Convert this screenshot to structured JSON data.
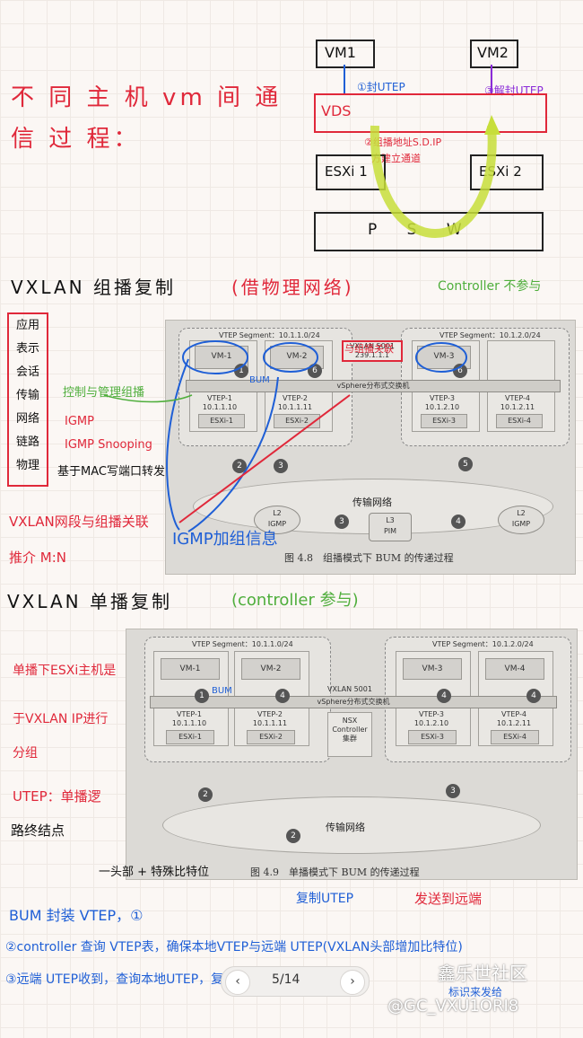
{
  "top": {
    "title_line1": "不 同 主 机 vm 间 通",
    "title_line2": "信 过 程：",
    "vm1": "VM1",
    "vm2": "VM2",
    "vds": "VDS",
    "step1": "①封UTEP",
    "step3": "③解封UTEP",
    "step2": "②组播地址S.D.IP",
    "step2b": "方建立通道",
    "esxi1": "ESXi 1",
    "esxi2": "ESXi 2",
    "psw": "P S W"
  },
  "multicast": {
    "heading": "VXLAN 组播复制",
    "heading_paren": "(借物理网络)",
    "controller_note": "Controller 不参与",
    "osi_layers": [
      "应用",
      "表示",
      "会话",
      "传输",
      "网络",
      "链路",
      "物理"
    ],
    "note_control": "控制与管理组播",
    "note_igmp": "IGMP",
    "note_snooping": "IGMP Snooping",
    "note_mac": "基于MAC写端口转发",
    "note_vxlan_group": "VXLAN网段与组播关联",
    "note_mn": "推介 M:N",
    "note_join": "IGMP加组信息",
    "note_group_assoc": "与组播关联",
    "bum": "BUM",
    "seg1": "VTEP Segment：10.1.1.0/24",
    "seg2": "VTEP Segment：10.1.2.0/24",
    "vm1": "VM-1",
    "vm2": "VM-2",
    "vm3": "VM-3",
    "vxlan": "VXLAN 5001",
    "mcast_ip": "239.1.1.1",
    "vds": "vSphere分布式交换机",
    "vtep1": "VTEP-1",
    "vtep1_ip": "10.1.1.10",
    "vtep2": "VTEP-2",
    "vtep2_ip": "10.1.1.11",
    "vtep3": "VTEP-3",
    "vtep3_ip": "10.1.2.10",
    "vtep4": "VTEP-4",
    "vtep4_ip": "10.1.2.11",
    "esxi1": "ESXi-1",
    "esxi2": "ESXi-2",
    "esxi3": "ESXi-3",
    "esxi4": "ESXi-4",
    "transport": "传输网络",
    "l2igmp": "L2\nIGMP",
    "l3pim": "L3\nPIM",
    "caption": "图 4.8　组播模式下 BUM 的传递过程",
    "step_nums": [
      "1",
      "2",
      "3",
      "4",
      "5",
      "6"
    ]
  },
  "unicast": {
    "heading": "VXLAN 单播复制",
    "heading_paren": "(controller 参与)",
    "note1": "单播下ESXi主机是",
    "note2": "于VXLAN IP进行",
    "note3": "分组",
    "note4": "UTEP：单播逻",
    "note5": "路终结点",
    "note6": "一头部 + 特殊比特位",
    "bum": "BUM",
    "seg1": "VTEP Segment：10.1.1.0/24",
    "seg2": "VTEP Segment：10.1.2.0/24",
    "vm1": "VM-1",
    "vm2": "VM-2",
    "vm3": "VM-3",
    "vm4": "VM-4",
    "vxlan": "VXLAN 5001",
    "vds": "vSphere分布式交换机",
    "vtep1": "VTEP-1",
    "vtep1_ip": "10.1.1.10",
    "vtep2": "VTEP-2",
    "vtep2_ip": "10.1.1.11",
    "vtep3": "VTEP-3",
    "vtep3_ip": "10.1.2.10",
    "vtep4": "VTEP-4",
    "vtep4_ip": "10.1.2.11",
    "esxi1": "ESXi-1",
    "esxi2": "ESXi-2",
    "esxi3": "ESXi-3",
    "esxi4": "ESXi-4",
    "nsx": "NSX\nController\n集群",
    "transport": "传输网络",
    "caption": "图 4.9　单播模式下 BUM 的传递过程"
  },
  "bottom": {
    "copy_utep": "复制UTEP",
    "send_remote": "发送到远端",
    "line1": "BUM 封装 VTEP，①",
    "line2": "②controller 查询 VTEP表，确保本地VTEP与远端 UTEP(VXLAN头部增加比特位)",
    "line3": "③远端 UTEP收到，查询本地UTEP，复制UTEP",
    "line3b": "标识来发给"
  },
  "pager": {
    "prev": "‹",
    "label": "5/14",
    "next": "›"
  },
  "watermark": {
    "site": "鑫乐世社区",
    "handle": "@GC_VXU1ORI8"
  }
}
